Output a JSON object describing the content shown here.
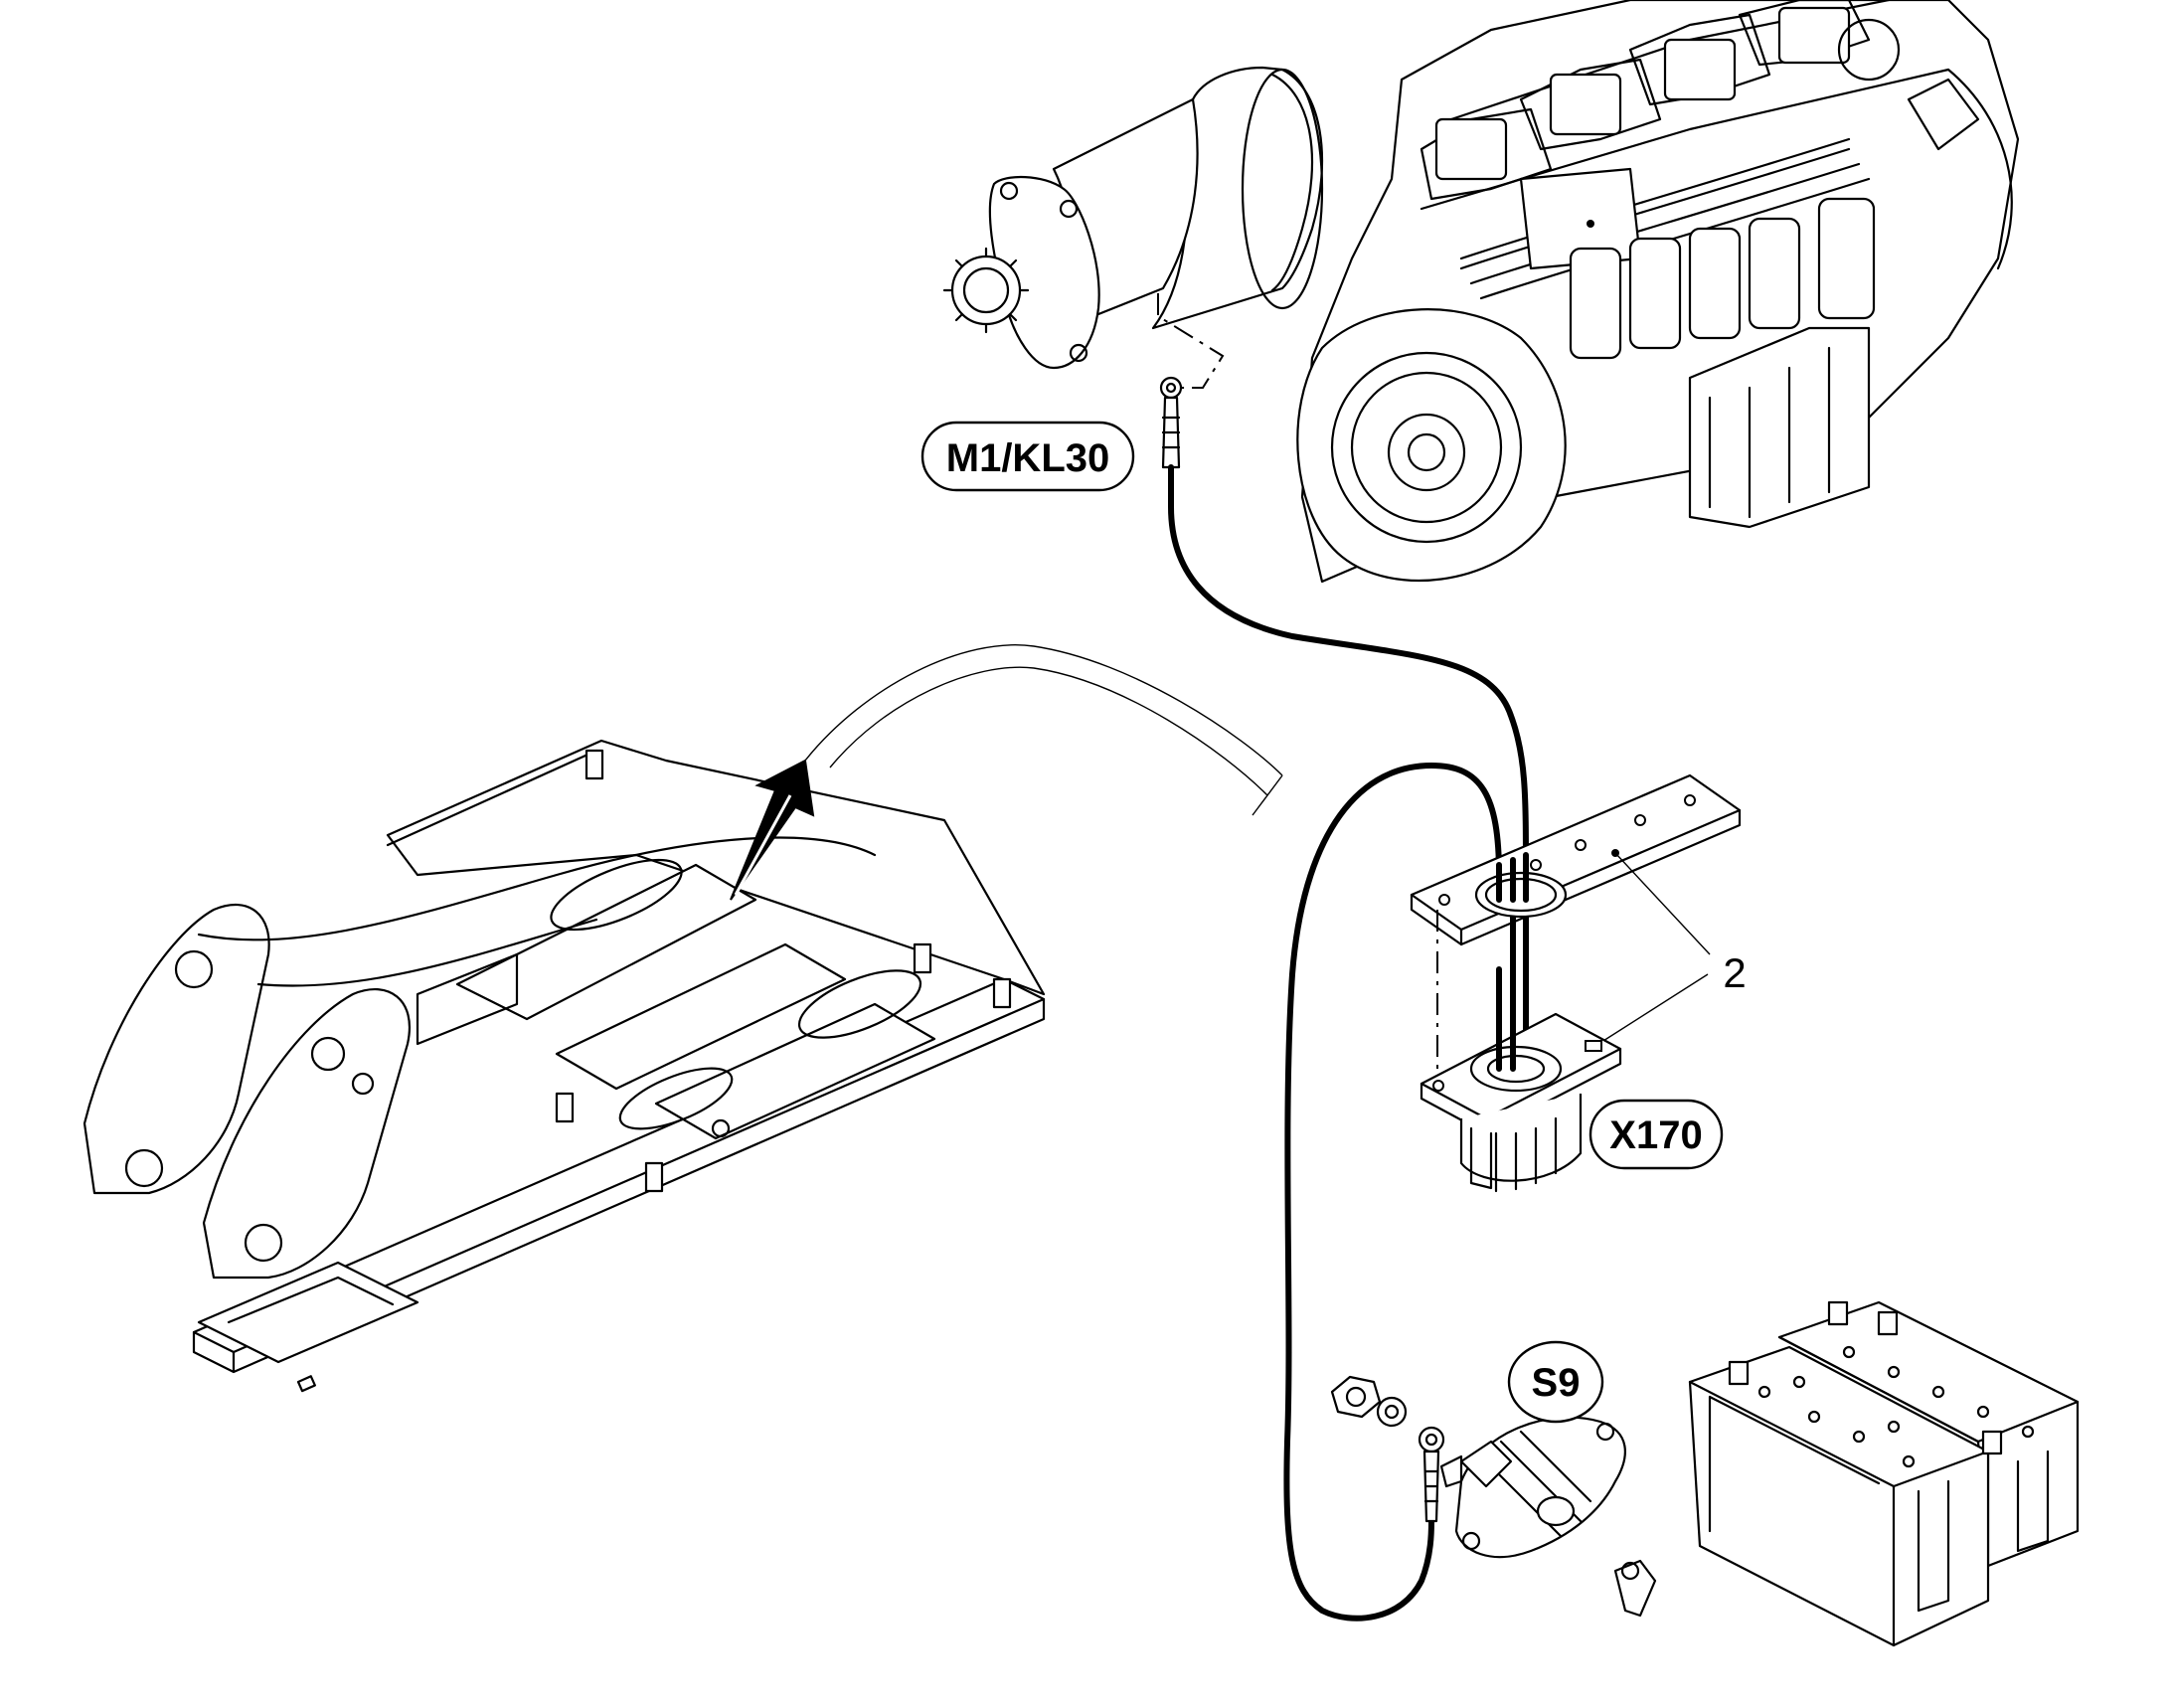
{
  "callouts": {
    "m1_kl30": "M1/KL30",
    "x170": "X170",
    "s9": "S9",
    "item_2": "2"
  },
  "colors": {
    "line": "#000000",
    "background": "#ffffff"
  },
  "icons": [
    "starter-motor-icon",
    "engine-icon",
    "frame-icon",
    "pointer-arrow-icon",
    "mounting-plate-icon",
    "connector-x170-icon",
    "battery-switch-s9-icon",
    "battery-icon",
    "nut-icon",
    "washer-icon",
    "cable-lug-icon",
    "switch-key-icon"
  ]
}
